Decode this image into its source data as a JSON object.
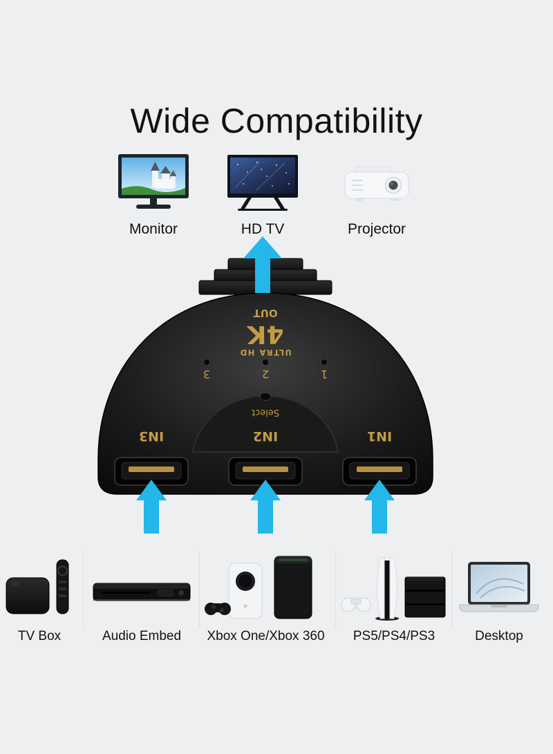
{
  "title": "Wide Compatibility",
  "output_devices": [
    {
      "label": "Monitor"
    },
    {
      "label": "HD TV"
    },
    {
      "label": "Projector"
    }
  ],
  "switch": {
    "out_label": "OUT",
    "logo_top": "4K",
    "logo_bottom": "ULTRA HD",
    "led_numbers": [
      "3",
      "2",
      "1"
    ],
    "select_label": "Select",
    "input_port_labels": [
      "IN3",
      "IN2",
      "IN1"
    ]
  },
  "input_devices": [
    {
      "label": "TV Box"
    },
    {
      "label": "Audio Embed"
    },
    {
      "label": "Xbox One/Xbox 360"
    },
    {
      "label": "PS5/PS4/PS3"
    },
    {
      "label": "Desktop"
    }
  ],
  "colors": {
    "arrow": "#23b7ea",
    "gold": "#c39c44",
    "background": "#edeff1",
    "text": "#111111"
  }
}
